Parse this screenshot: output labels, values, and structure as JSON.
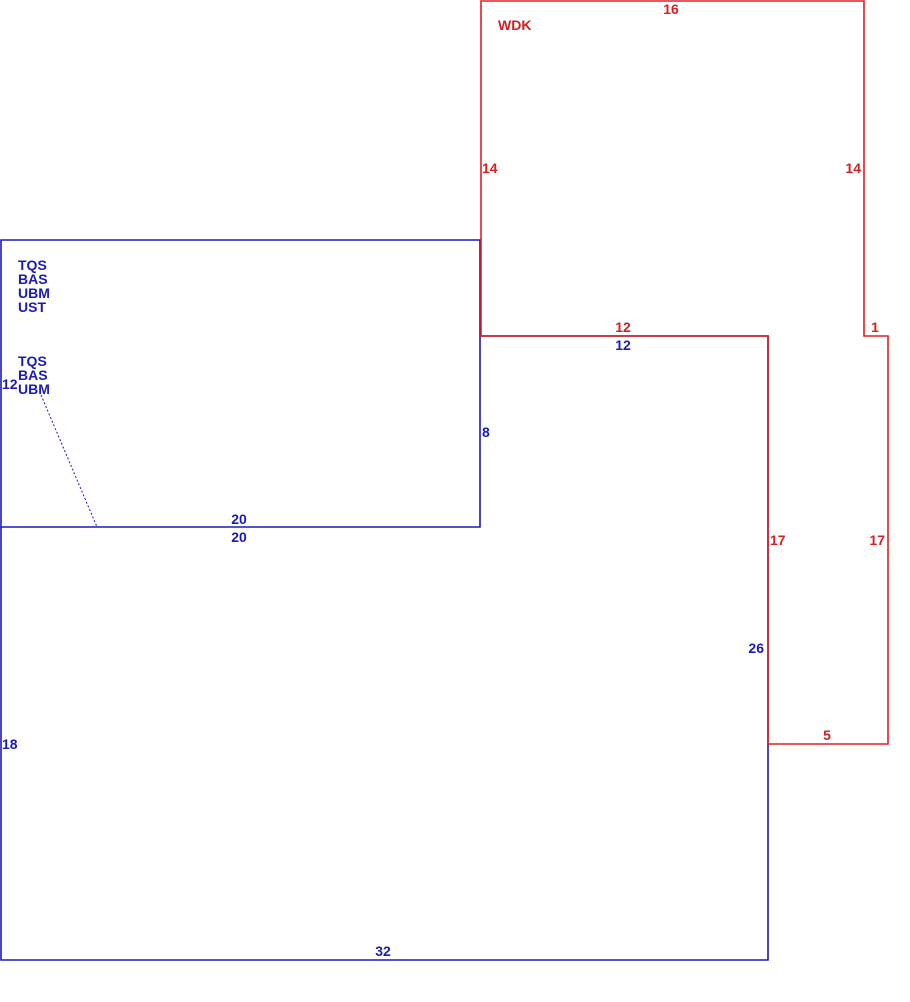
{
  "colors": {
    "blue_structure": "#1a1ab8",
    "red_structure": "#e02020"
  },
  "blue_structure": {
    "upper_room": {
      "codes_group_1": [
        "TQS",
        "BAS",
        "UBM",
        "UST"
      ],
      "codes_group_2": [
        "TQS",
        "BAS",
        "UBM"
      ],
      "dim_left": "12",
      "dim_right": "8",
      "dim_bottom": "20"
    },
    "lower_room": {
      "dim_top_left": "20",
      "dim_top_right": "12",
      "dim_left": "18",
      "dim_right": "26",
      "dim_bottom": "32"
    }
  },
  "red_structure": {
    "label": "WDK",
    "dim_top": "16",
    "dim_left": "14",
    "dim_right": "14",
    "dim_inner_top": "12",
    "dim_step": "1",
    "dim_inner_left": "17",
    "dim_outer_right": "17",
    "dim_bottom": "5"
  }
}
